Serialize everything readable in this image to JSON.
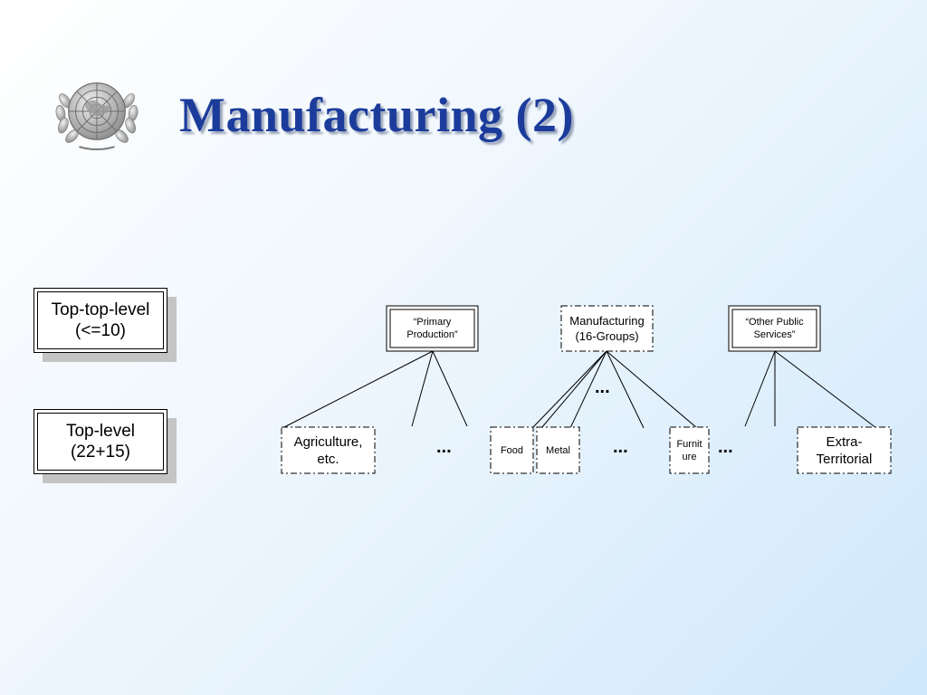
{
  "title": "Manufacturing (2)",
  "logo": {
    "icon": "un-emblem-icon"
  },
  "legend": [
    {
      "label": "Top-top-level\n(<=10)"
    },
    {
      "label": "Top-level\n(22+15)"
    }
  ],
  "diagram": {
    "top_nodes": [
      {
        "label": "“Primary\nProduction”"
      },
      {
        "label": "Manufacturing\n(16-Groups)"
      },
      {
        "label": "“Other Public\nServices”"
      }
    ],
    "children": [
      {
        "label": "Agriculture,\netc."
      },
      {
        "label": "Food"
      },
      {
        "label": "Metal"
      },
      {
        "label": "Furnit\nure"
      },
      {
        "label": "Extra-\nTerritorial"
      }
    ],
    "ellipsis": "..."
  },
  "colors": {
    "title": "#1c3c9c",
    "background_light": "#ffffff",
    "background_dark": "#cfe8fb"
  }
}
